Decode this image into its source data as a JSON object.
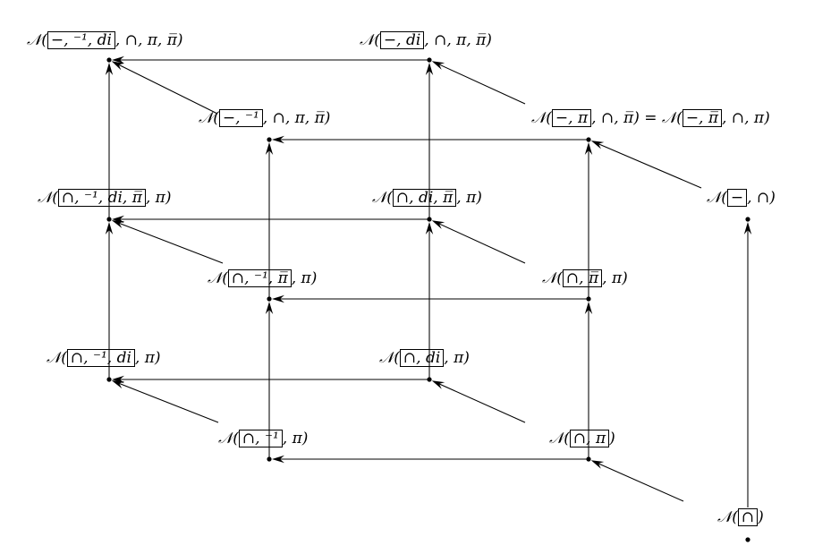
{
  "nodes": [
    {
      "id": "n1",
      "prefix": "𝒩(",
      "boxed": "−, ⁻¹, di",
      "rest": ", ∩, π, π̅)",
      "eq": "",
      "boxed2": "",
      "rest2": ""
    },
    {
      "id": "n2",
      "prefix": "𝒩(",
      "boxed": "−, di",
      "rest": ", ∩, π, π̅)",
      "eq": "",
      "boxed2": "",
      "rest2": ""
    },
    {
      "id": "n3",
      "prefix": "𝒩(",
      "boxed": "−, ⁻¹",
      "rest": ", ∩, π, π̅)",
      "eq": "",
      "boxed2": "",
      "rest2": ""
    },
    {
      "id": "n4",
      "prefix": "𝒩(",
      "boxed": "−, π",
      "rest": ", ∩, π̅)",
      "eq": " = 𝒩(",
      "boxed2": "−, π̅",
      "rest2": ", ∩, π)"
    },
    {
      "id": "n5",
      "prefix": "𝒩(",
      "boxed": "∩, ⁻¹, di, π̅",
      "rest": ", π)",
      "eq": "",
      "boxed2": "",
      "rest2": ""
    },
    {
      "id": "n6",
      "prefix": "𝒩(",
      "boxed": "∩, di, π̅",
      "rest": ", π)",
      "eq": "",
      "boxed2": "",
      "rest2": ""
    },
    {
      "id": "n7",
      "prefix": "𝒩(",
      "boxed": "−",
      "rest": ", ∩)",
      "eq": "",
      "boxed2": "",
      "rest2": ""
    },
    {
      "id": "n8",
      "prefix": "𝒩(",
      "boxed": "∩, ⁻¹, π̅",
      "rest": ", π)",
      "eq": "",
      "boxed2": "",
      "rest2": ""
    },
    {
      "id": "n9",
      "prefix": "𝒩(",
      "boxed": "∩, π̅",
      "rest": ", π)",
      "eq": "",
      "boxed2": "",
      "rest2": ""
    },
    {
      "id": "n10",
      "prefix": "𝒩(",
      "boxed": "∩, ⁻¹, di",
      "rest": ", π)",
      "eq": "",
      "boxed2": "",
      "rest2": ""
    },
    {
      "id": "n11",
      "prefix": "𝒩(",
      "boxed": "∩, di",
      "rest": ", π)",
      "eq": "",
      "boxed2": "",
      "rest2": ""
    },
    {
      "id": "n12",
      "prefix": "𝒩(",
      "boxed": "∩, ⁻¹",
      "rest": ", π)",
      "eq": "",
      "boxed2": "",
      "rest2": ""
    },
    {
      "id": "n13",
      "prefix": "𝒩(",
      "boxed": "∩, π",
      "rest": ")",
      "eq": "",
      "boxed2": "",
      "rest2": ""
    },
    {
      "id": "n14",
      "prefix": "𝒩(",
      "boxed": "∩",
      "rest": ")",
      "eq": "",
      "boxed2": "",
      "rest2": ""
    }
  ],
  "edges": [
    {
      "from": "n2",
      "to": "n1"
    },
    {
      "from": "n3",
      "to": "n1"
    },
    {
      "from": "n5",
      "to": "n1"
    },
    {
      "from": "n4",
      "to": "n2"
    },
    {
      "from": "n6",
      "to": "n2"
    },
    {
      "from": "n4",
      "to": "n3"
    },
    {
      "from": "n8",
      "to": "n3"
    },
    {
      "from": "n7",
      "to": "n4"
    },
    {
      "from": "n9",
      "to": "n4"
    },
    {
      "from": "n6",
      "to": "n5"
    },
    {
      "from": "n8",
      "to": "n5"
    },
    {
      "from": "n10",
      "to": "n5"
    },
    {
      "from": "n9",
      "to": "n6"
    },
    {
      "from": "n11",
      "to": "n6"
    },
    {
      "from": "n14",
      "to": "n7"
    },
    {
      "from": "n9",
      "to": "n8"
    },
    {
      "from": "n12",
      "to": "n8"
    },
    {
      "from": "n13",
      "to": "n9"
    },
    {
      "from": "n11",
      "to": "n10"
    },
    {
      "from": "n12",
      "to": "n10"
    },
    {
      "from": "n13",
      "to": "n11"
    },
    {
      "from": "n13",
      "to": "n12"
    },
    {
      "from": "n14",
      "to": "n13"
    }
  ]
}
